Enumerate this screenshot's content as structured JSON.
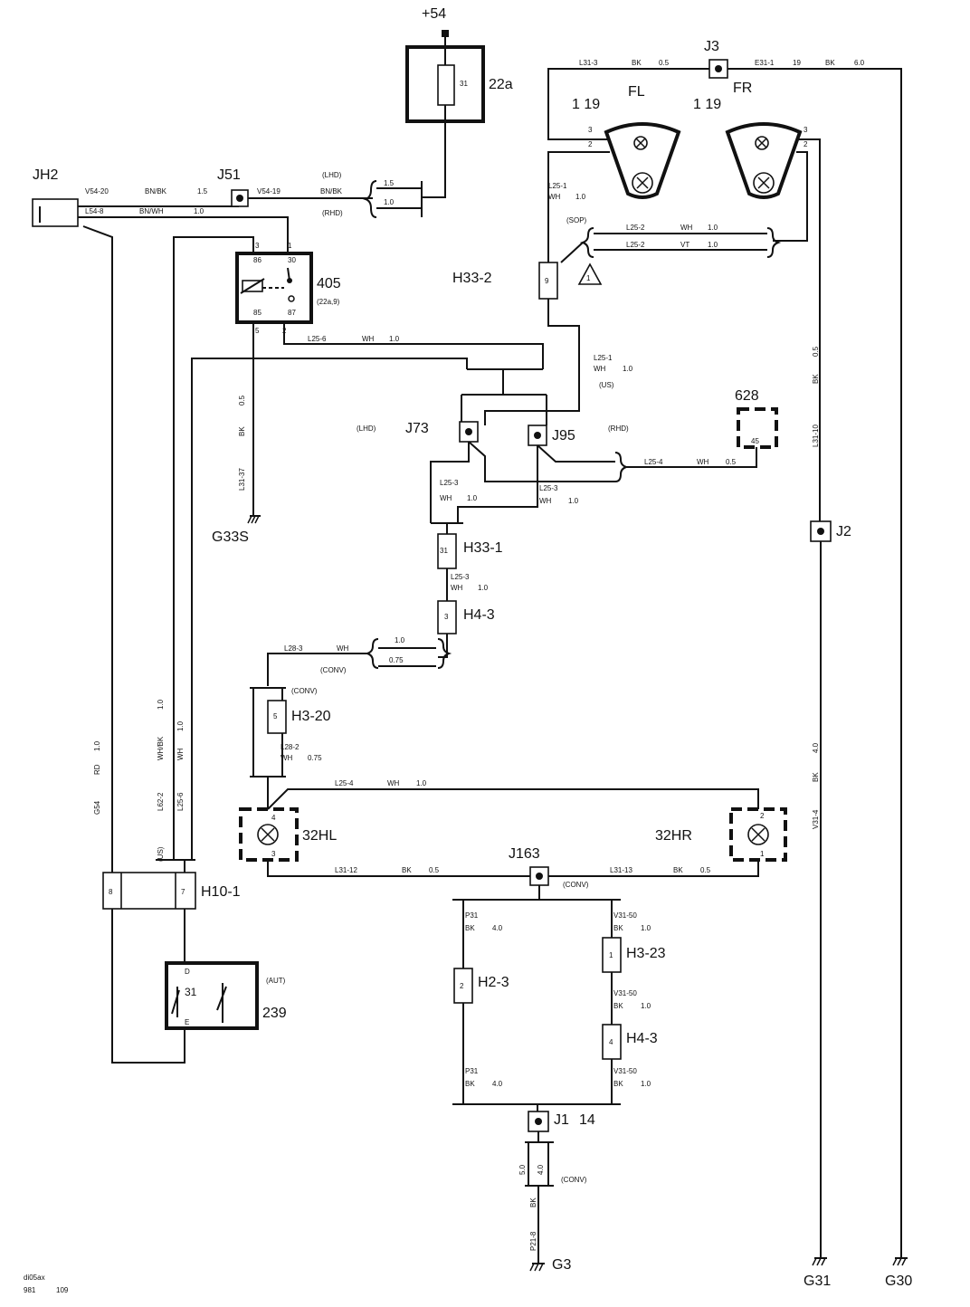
{
  "components": {
    "plus54": "+54",
    "fuse_22a": "22a",
    "fuse_31": "31",
    "jh2": "JH2",
    "j51": "J51",
    "relay_405": "405",
    "relay_405_sub": "(22a,9)",
    "relay_pins": [
      "86",
      "30",
      "85",
      "87"
    ],
    "relay_wires": [
      "3",
      "1",
      "5",
      "2"
    ],
    "j3": "J3",
    "fl": "FL",
    "fr": "FR",
    "lamp_119_left": "1 19",
    "lamp_119_right": "1 19",
    "h33_2": "H33-2",
    "h33_2_pin": "9",
    "warn_triangle": "1",
    "j73": "J73",
    "j95": "J95",
    "lhd": "(LHD)",
    "rhd": "(RHD)",
    "us": "(US)",
    "sop": "(SOP)",
    "c628": "628",
    "c628_pin": "45",
    "g33s": "G33S",
    "j2": "J2",
    "h33_1": "H33-1",
    "h33_1_pin": "31",
    "h4_3_top": "H4-3",
    "h4_3_top_pin": "3",
    "h3_20": "H3-20",
    "h3_20_pin": "5",
    "conv": "(CONV)",
    "lamp_32hl": "32HL",
    "lamp_32hr": "32HR",
    "hl_pins": [
      "4",
      "3"
    ],
    "hr_pins": [
      "2",
      "1"
    ],
    "j163": "J163",
    "h10_1": "H10-1",
    "h10_1_pins": [
      "8",
      "7"
    ],
    "switch_239": "239",
    "aut": "(AUT)",
    "sw_labels": [
      "D",
      "31",
      "E"
    ],
    "h2_3": "H2-3",
    "h2_3_pin": "2",
    "h3_23": "H3-23",
    "h3_23_pin": "1",
    "h4_3_bot": "H4-3",
    "h4_3_bot_pin": "4",
    "j1": "J1",
    "j1_num": "14",
    "g3": "G3",
    "g31": "G31",
    "g30": "G30",
    "lamp_fl_pins": [
      "3",
      "2"
    ],
    "lamp_fr_pins": [
      "3",
      "2"
    ]
  },
  "wires": {
    "l31_3": "L31-3",
    "bk": "BK",
    "v05": "0.5",
    "e31_1": "E31-1",
    "n19": "19",
    "v60": "6.0",
    "v54_20": "V54-20",
    "bnbk": "BN/BK",
    "v15": "1.5",
    "v54_19": "V54-19",
    "l54_8": "L54-8",
    "bnwh": "BN/WH",
    "v10": "1.0",
    "l25_1": "L25-1",
    "wh": "WH",
    "l25_2": "L25-2",
    "vt": "VT",
    "l25_6": "L25-6",
    "l31_37": "L31-37",
    "l25_3": "L25-3",
    "l25_4": "L25-4",
    "l31_10": "L31-10",
    "v075": "0.75",
    "l28_3": "L28-3",
    "l28_2": "L28-2",
    "l31_12": "L31-12",
    "l31_13": "L31-13",
    "whbk": "WH/BK",
    "l62_2": "L62-2",
    "rd": "RD",
    "g54": "G54",
    "p31": "P31",
    "v40": "4.0",
    "v31_50": "V31-50",
    "v31_4": "V31-4",
    "v50": "5.0",
    "p21_8": "P21-8"
  },
  "footer": {
    "code": "di05ax",
    "num1": "981",
    "num2": "109"
  }
}
